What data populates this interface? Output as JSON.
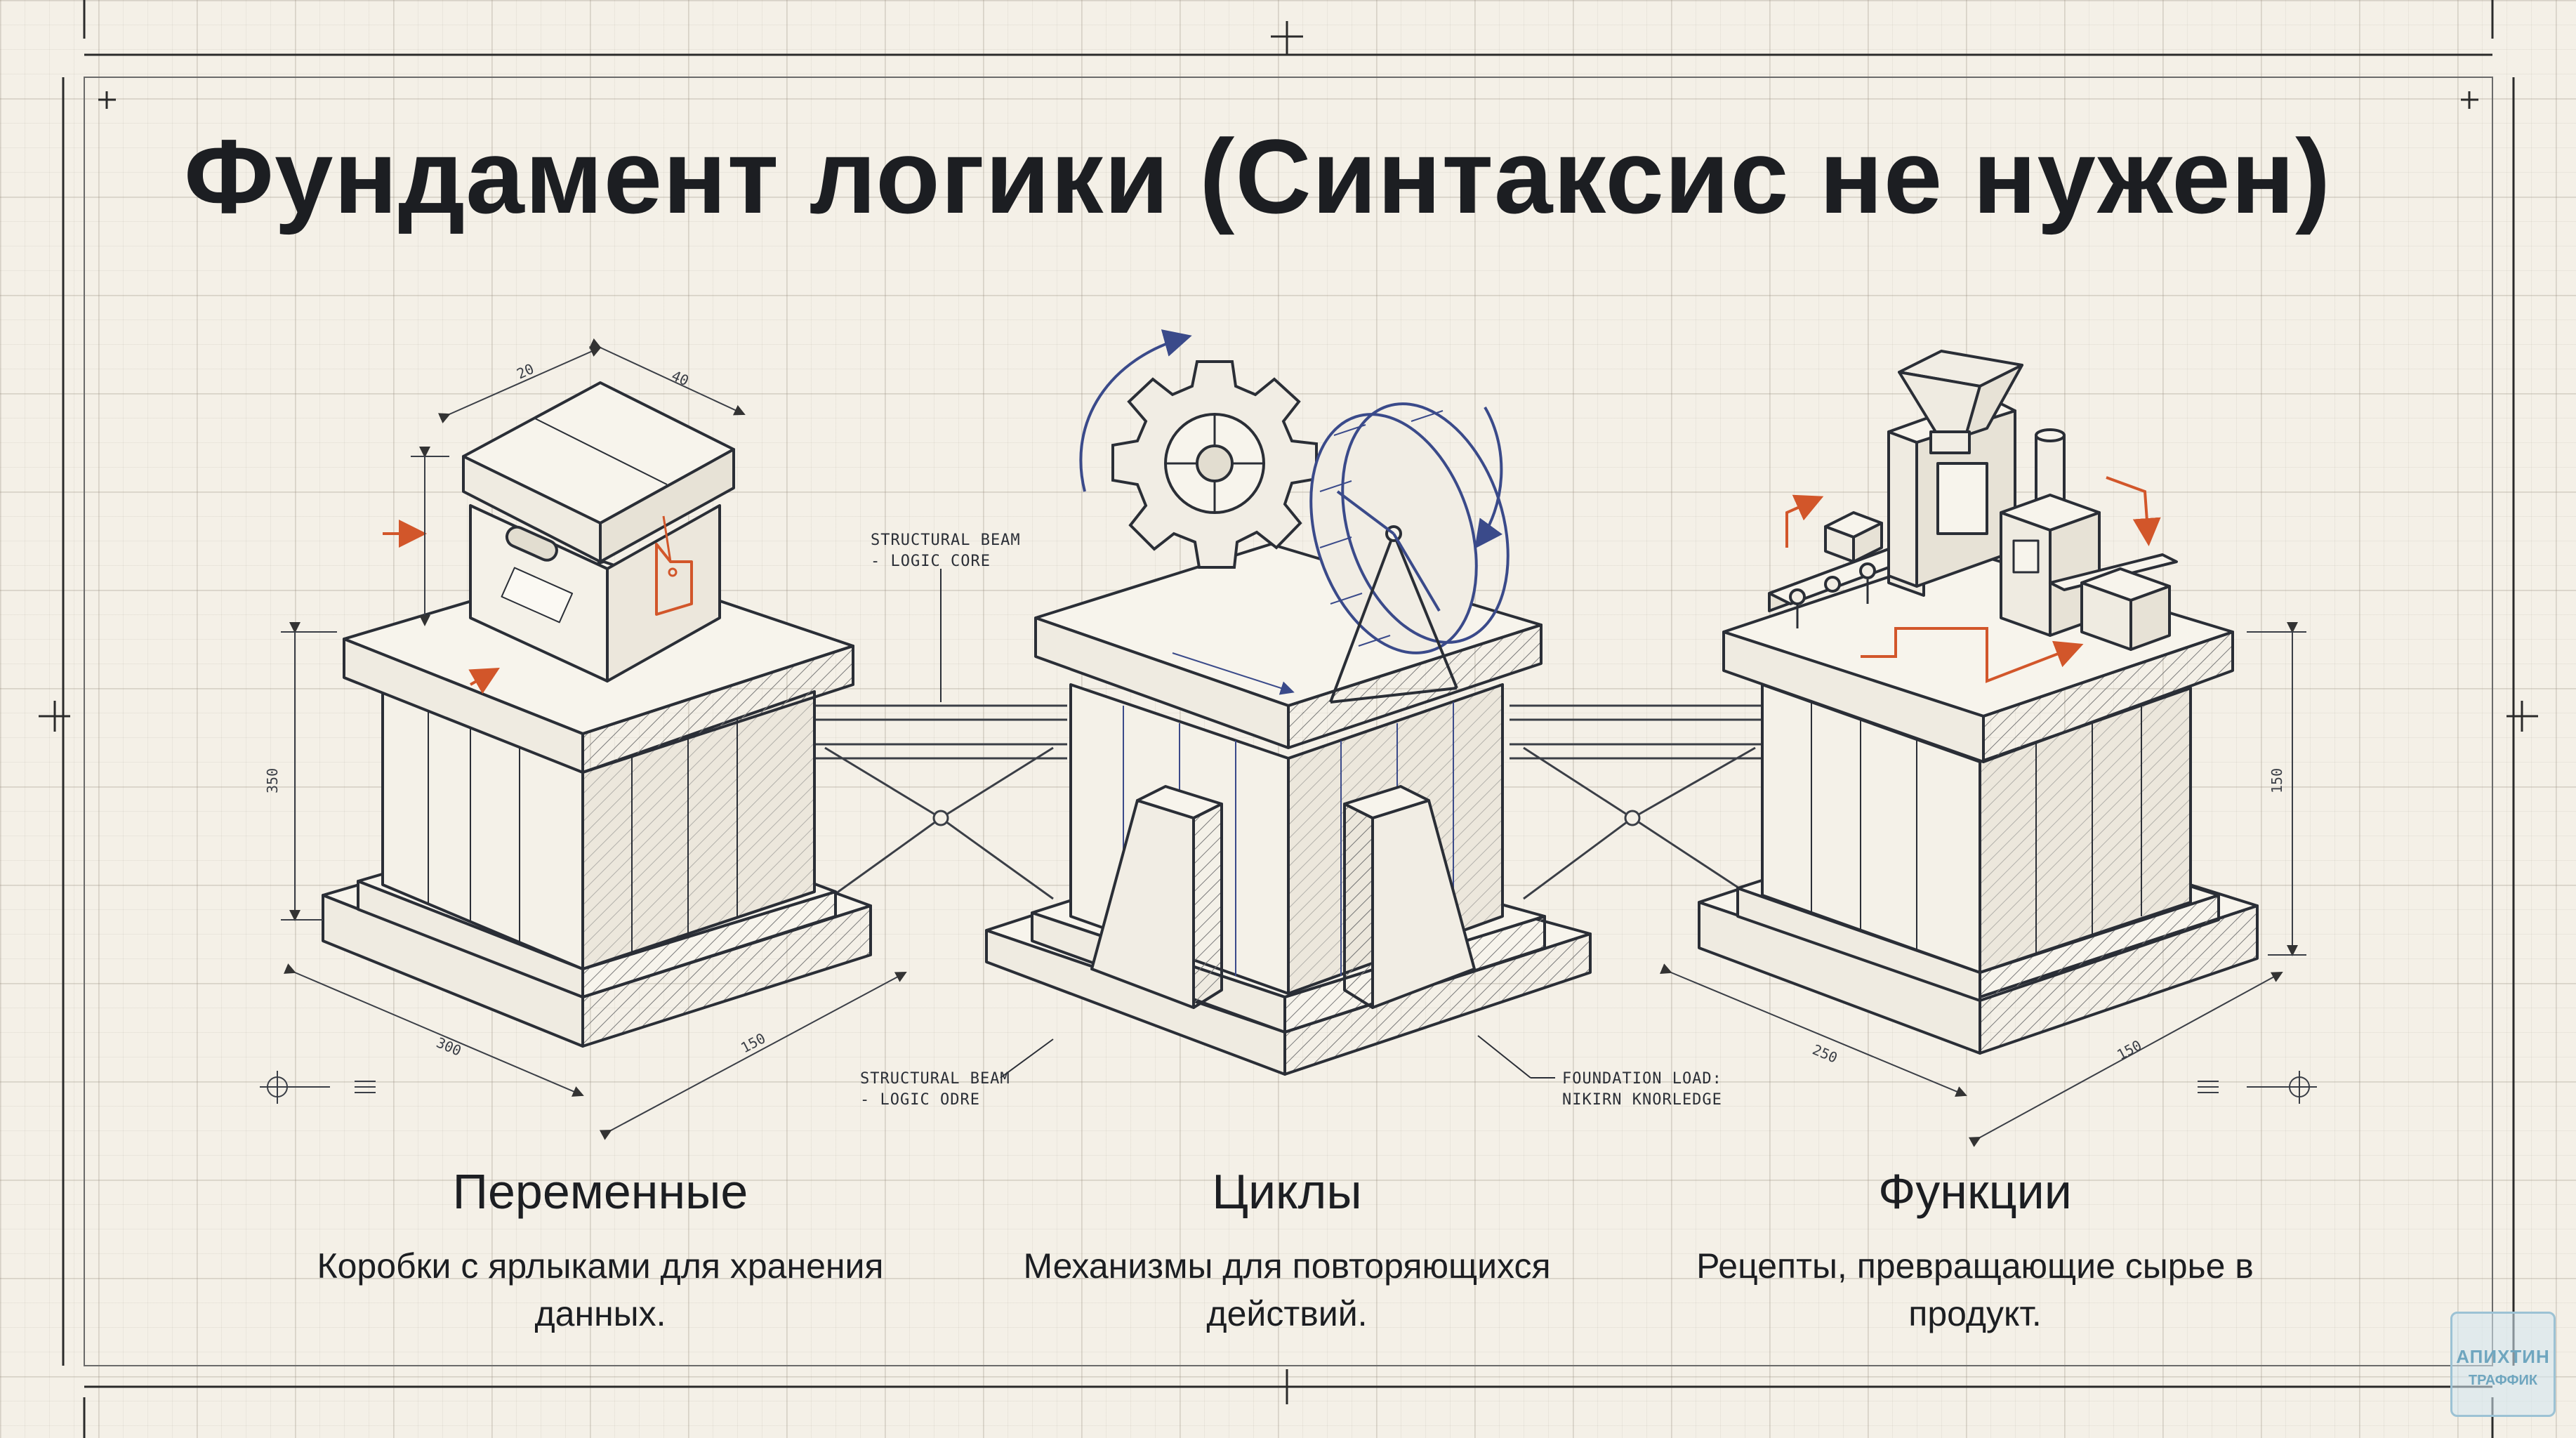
{
  "title": "Фундамент логики (Синтаксис не нужен)",
  "columns": [
    {
      "title": "Переменные",
      "description": "Коробки с ярлыками для хранения данных."
    },
    {
      "title": "Циклы",
      "description": "Механизмы для повторяющихся действий."
    },
    {
      "title": "Функции",
      "description": "Рецепты, превращающие сырье в продукт."
    }
  ],
  "annotations": {
    "beam_top": "STRUCTURAL BEAM\n- LOGIC CORE",
    "beam_bottom": "STRUCTURAL BEAM\n- LOGIC ODRE",
    "foundation": "FOUNDATION LOAD:\nNIKIRN KNORLEDGE"
  },
  "watermark": {
    "line1": "АПИХТИН",
    "line2": "ТРАФФИК"
  },
  "colors": {
    "ink": "#1c1e22",
    "blueprint_blue": "#3a4a8a",
    "accent_orange": "#d2562a",
    "paper": "#f4f0e7"
  },
  "icons": [
    "storage-box-icon",
    "gear-icon",
    "hamster-wheel-icon",
    "factory-machine-icon",
    "crosshair-icon"
  ]
}
